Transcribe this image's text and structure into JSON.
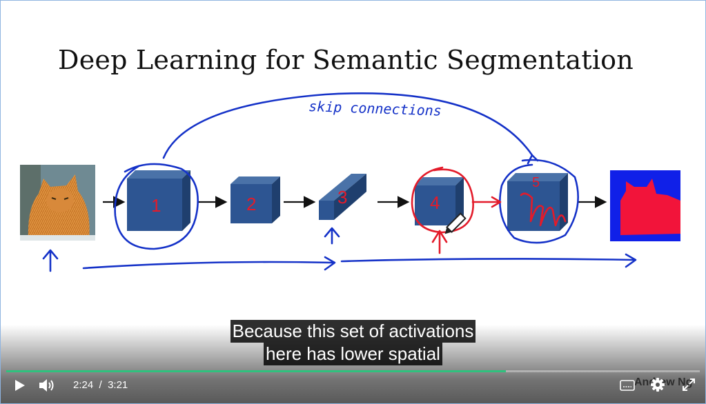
{
  "slide": {
    "title": "Deep Learning for Semantic Segmentation",
    "skip_label": "skip connections",
    "cube_labels": [
      "1",
      "2",
      "3",
      "4",
      "5"
    ]
  },
  "captions": {
    "line1": "Because this set of activations",
    "line2": "here has lower spatial"
  },
  "player": {
    "current_time": "2:24",
    "separator": "/",
    "duration": "3:21",
    "progress_fraction": 0.72,
    "watermark": "Andrew Ng",
    "accent_color": "#2ec27e"
  },
  "icons": {
    "play": "play-icon",
    "volume": "volume-icon",
    "captions": "closed-captions-icon",
    "settings": "gear-icon",
    "fullscreen": "fullscreen-icon"
  }
}
